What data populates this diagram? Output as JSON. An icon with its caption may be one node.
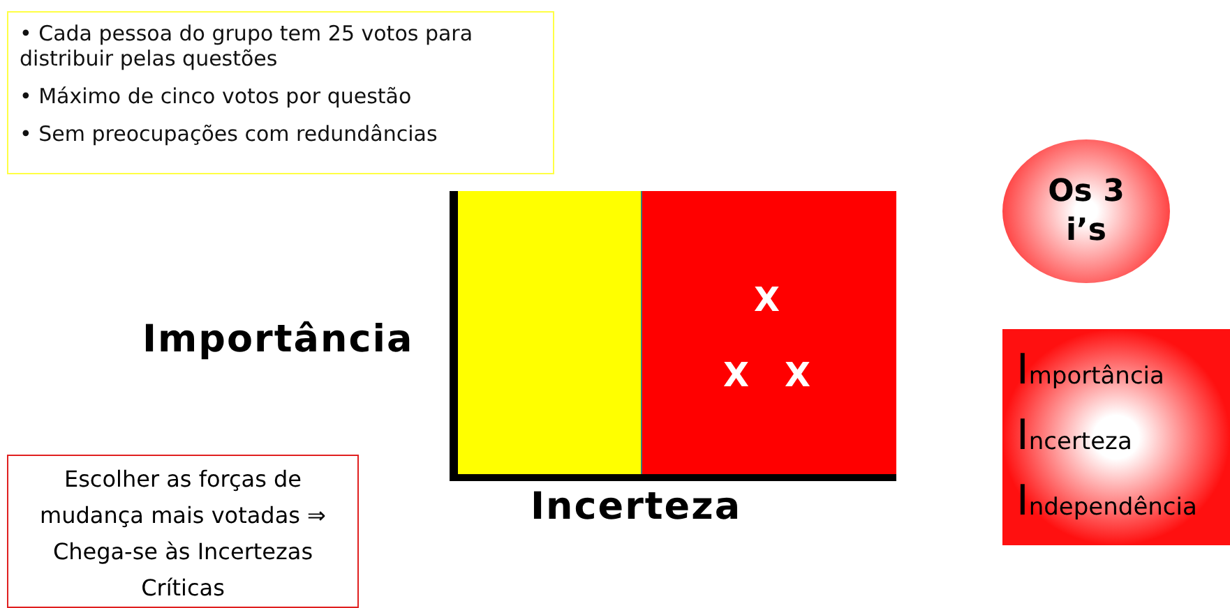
{
  "diagram": {
    "nodes": [
      {
        "text": [
          "• Cada pessoa do grupo tem 25 votos para distribuir pelas questões",
          "• Máximo de cinco votos por questão",
          "• Sem preocupações com redundâncias"
        ]
      },
      {
        "text": [],
        "shape": "box"
      },
      {
        "text": [],
        "shape": "box",
        "in": 1
      },
      {
        "text": [
          "X",
          "X",
          "X"
        ],
        "in": 1
      },
      {
        "text": [
          "Os 3 i’s"
        ]
      },
      {
        "text": [
          "Importância",
          "Incerteza",
          "Independência"
        ]
      },
      {
        "text": [
          "Escolher as forças de mudança mais votadas ⇒ Chega-se às Incertezas Críticas"
        ]
      }
    ],
    "edges": [],
    "labels": [
      "Importância",
      "Incerteza"
    ]
  }
}
